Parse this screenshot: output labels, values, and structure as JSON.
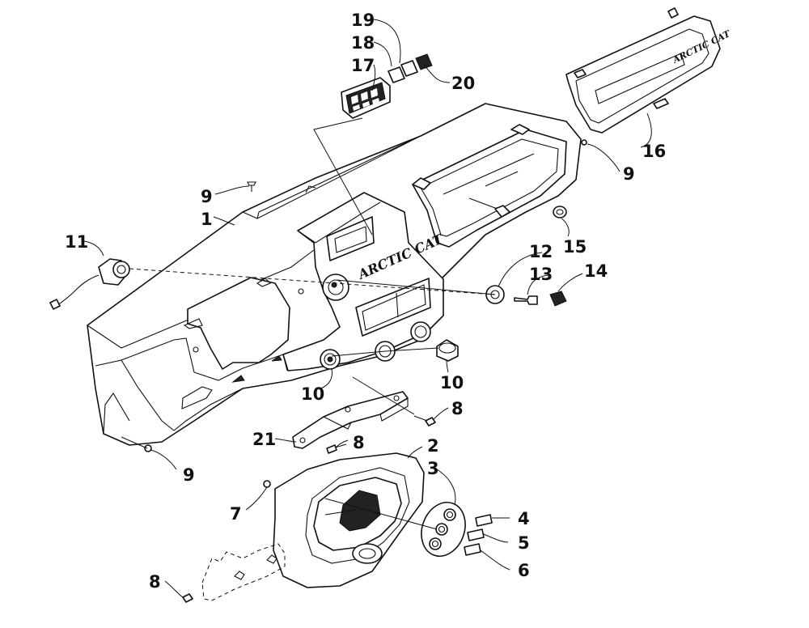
{
  "diagram": {
    "logo_text_main": "ARCTIC CAT",
    "logo_text_cluster": "ARCTIC CAT",
    "callouts": {
      "c1": "1",
      "c2": "2",
      "c3": "3",
      "c4": "4",
      "c5": "5",
      "c6": "6",
      "c7": "7",
      "c8a": "8",
      "c8b": "8",
      "c8c": "8",
      "c9a": "9",
      "c9b": "9",
      "c9c": "9",
      "c10a": "10",
      "c10b": "10",
      "c11": "11",
      "c12": "12",
      "c13": "13",
      "c14": "14",
      "c15": "15",
      "c16": "16",
      "c17": "17",
      "c18": "18",
      "c19": "19",
      "c20": "20",
      "c21": "21"
    }
  }
}
